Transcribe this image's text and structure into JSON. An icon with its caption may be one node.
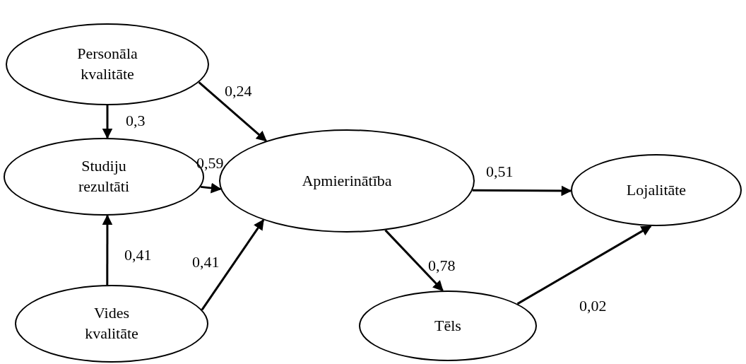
{
  "diagram": {
    "nodes": [
      {
        "text": [
          "Personāla kvalitāte"
        ]
      },
      {
        "text": [
          "Studiju rezultāti"
        ]
      },
      {
        "text": [
          "Vides kvalitāte"
        ]
      },
      {
        "text": [
          "Apmierinātība"
        ]
      },
      {
        "text": [
          "Lojalitāte"
        ]
      },
      {
        "text": [
          "Tēls"
        ]
      }
    ],
    "edges": [
      {
        "from": 0,
        "to": 1,
        "arrow": "to",
        "label": "0,3"
      },
      {
        "from": 0,
        "to": 3,
        "arrow": "to",
        "label": "0,24"
      },
      {
        "from": 1,
        "to": 3,
        "arrow": "to",
        "label": "0,59"
      },
      {
        "from": 2,
        "to": 1,
        "arrow": "to",
        "label": "0,41"
      },
      {
        "from": 2,
        "to": 3,
        "arrow": "to",
        "label": "0,41"
      },
      {
        "from": 3,
        "to": 4,
        "arrow": "to",
        "label": "0,51"
      },
      {
        "from": 3,
        "to": 5,
        "arrow": "to",
        "label": "0,78"
      },
      {
        "from": 5,
        "to": 4,
        "arrow": "to",
        "label": "0,02"
      }
    ]
  }
}
